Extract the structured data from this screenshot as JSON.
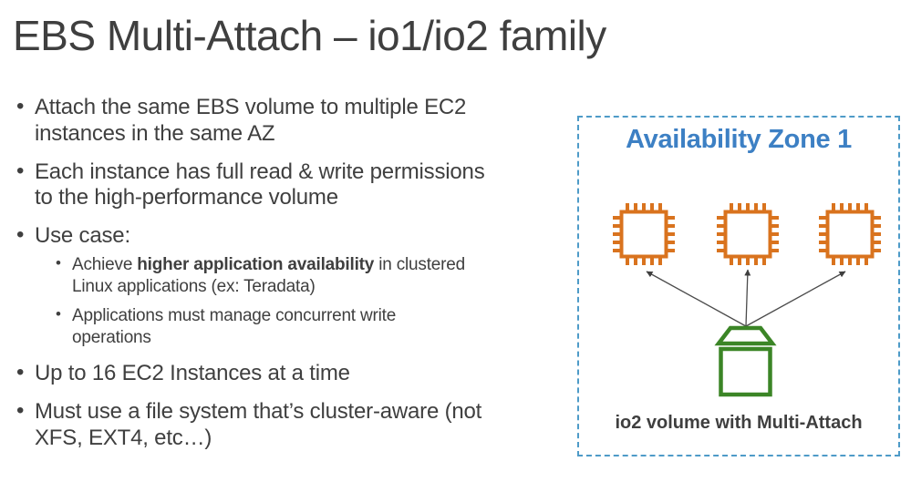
{
  "title": "EBS Multi-Attach – io1/io2 family",
  "bullets": {
    "attach": "Attach the same EBS volume to multiple EC2\ninstances in the same AZ",
    "permissions": "Each instance has full read & write permissions\nto the high-performance volume",
    "use_case": "Use case:",
    "use_case_sub1_pre": "Achieve ",
    "use_case_sub1_bold": "higher application availability",
    "use_case_sub1_post": " in clustered\nLinux applications (ex: Teradata)",
    "use_case_sub2": "Applications must manage concurrent write\noperations",
    "max_instances": "Up to 16 EC2 Instances at a time",
    "file_system": "Must use a file system that’s cluster-aware (not\nXFS, EXT4, etc…)"
  },
  "diagram": {
    "zone_title": "Availability Zone 1",
    "caption": "io2 volume with Multi-Attach",
    "instance_count": 3,
    "icons": {
      "instance": "cpu-chip-icon",
      "volume": "storage-volume-icon",
      "connector": "arrow-up-icon"
    }
  },
  "colors": {
    "text-gray": "#3f3f3f",
    "accent-blue": "#3d80c4",
    "border-blue": "#4e9bc8",
    "chip-orange": "#d9731e",
    "volume-green": "#3b8526",
    "arrow-gray": "#4b4b4b"
  }
}
